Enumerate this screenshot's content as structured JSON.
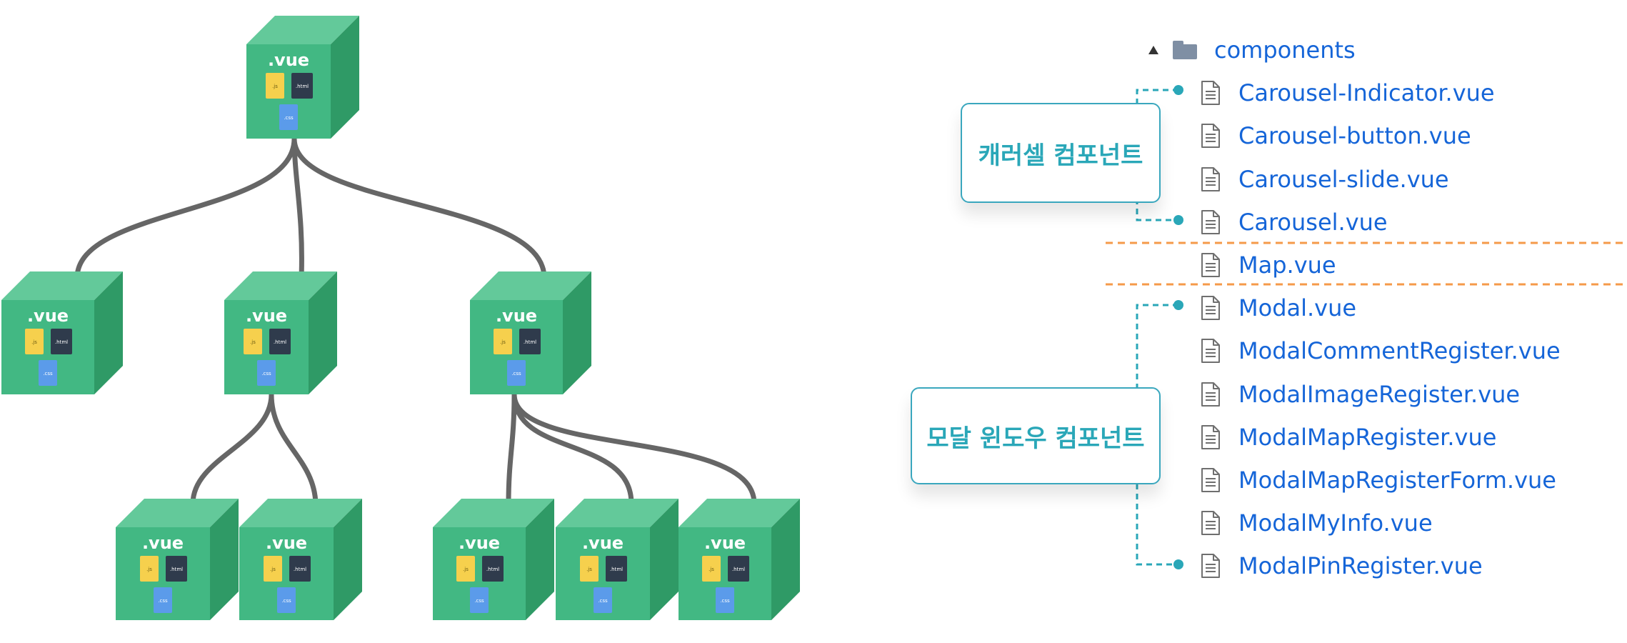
{
  "diagram": {
    "node_title": ".vue",
    "badges": {
      "js": ".js",
      "html": ".html",
      "css": ".css"
    },
    "colors": {
      "cube_front": "#42b883",
      "cube_top": "#63c99a",
      "cube_side": "#2f9a66",
      "connector": "#666666",
      "js_badge": "#f6d04d",
      "html_badge": "#2f3b4c",
      "css_badge": "#5b9bea"
    }
  },
  "file_tree": {
    "folder": "components",
    "files": [
      "Carousel-Indicator.vue",
      "Carousel-button.vue",
      "Carousel-slide.vue",
      "Carousel.vue",
      "Map.vue",
      "Modal.vue",
      "ModalCommentRegister.vue",
      "ModalImageRegister.vue",
      "ModalMapRegister.vue",
      "ModalMapRegisterForm.vue",
      "ModalMyInfo.vue",
      "ModalPinRegister.vue"
    ]
  },
  "callouts": {
    "carousel": "캐러셀 컴포넌트",
    "modal": "모달 윈도우 컴포넌트"
  },
  "colors": {
    "link_text": "#1565d8",
    "callout_teal": "#2aa7b8",
    "separator_orange": "#f59a4a"
  }
}
